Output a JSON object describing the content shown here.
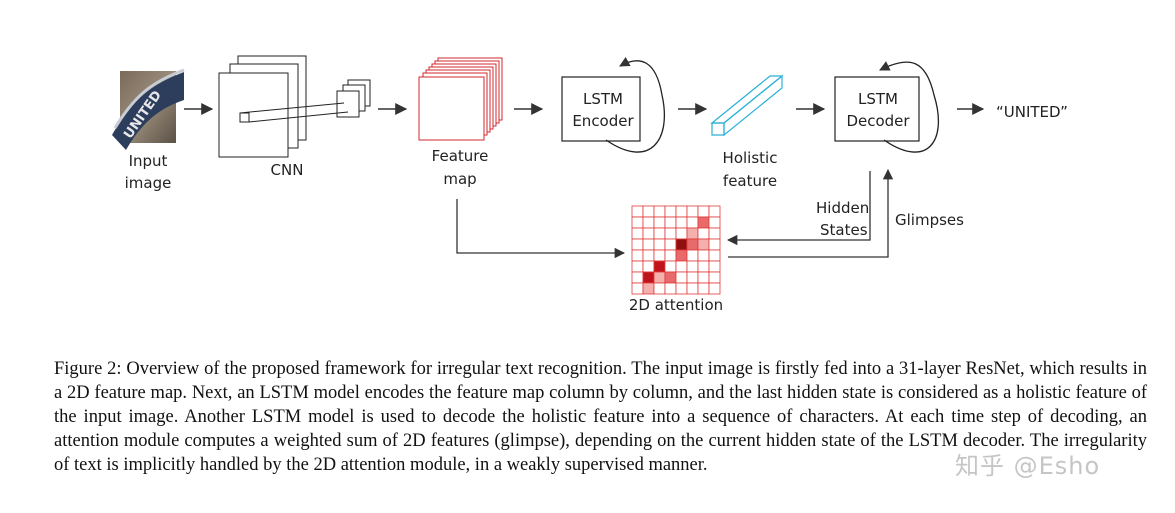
{
  "diagram": {
    "input_label_1": "Input",
    "input_label_2": "image",
    "input_image_text": "UNITED",
    "cnn_label": "CNN",
    "feature_label_1": "Feature",
    "feature_label_2": "map",
    "encoder_label_1": "LSTM",
    "encoder_label_2": "Encoder",
    "holistic_label_1": "Holistic",
    "holistic_label_2": "feature",
    "decoder_label_1": "LSTM",
    "decoder_label_2": "Decoder",
    "output_text": "“UNITED”",
    "hidden_label_1": "Hidden",
    "hidden_label_2": "States",
    "glimpses_label": "Glimpses",
    "attention_label": "2D attention",
    "colors": {
      "feature_map": "#d0282c",
      "holistic": "#2ab0d8",
      "attention_grid": "#e23a3a",
      "attention_strong": "#c0141c",
      "attention_dark": "#8e1010",
      "attention_mid": "#e86a6a",
      "attention_light": "#f4b0ac"
    }
  },
  "caption": {
    "text": "Figure 2: Overview of the proposed framework for irregular text recognition. The input image is firstly fed into a 31-layer ResNet, which results in a 2D feature map. Next, an LSTM model encodes the feature map column by column, and the last hidden state is considered as a holistic feature of the input image. Another LSTM model is used to decode the holistic feature into a sequence of characters. At each time step of decoding, an attention module computes a weighted sum of 2D features (glimpse), depending on the current hidden state of the LSTM decoder. The irregularity of text is implicitly handled by the 2D attention module, in a weakly supervised manner."
  },
  "watermark": "知乎 @Esho"
}
